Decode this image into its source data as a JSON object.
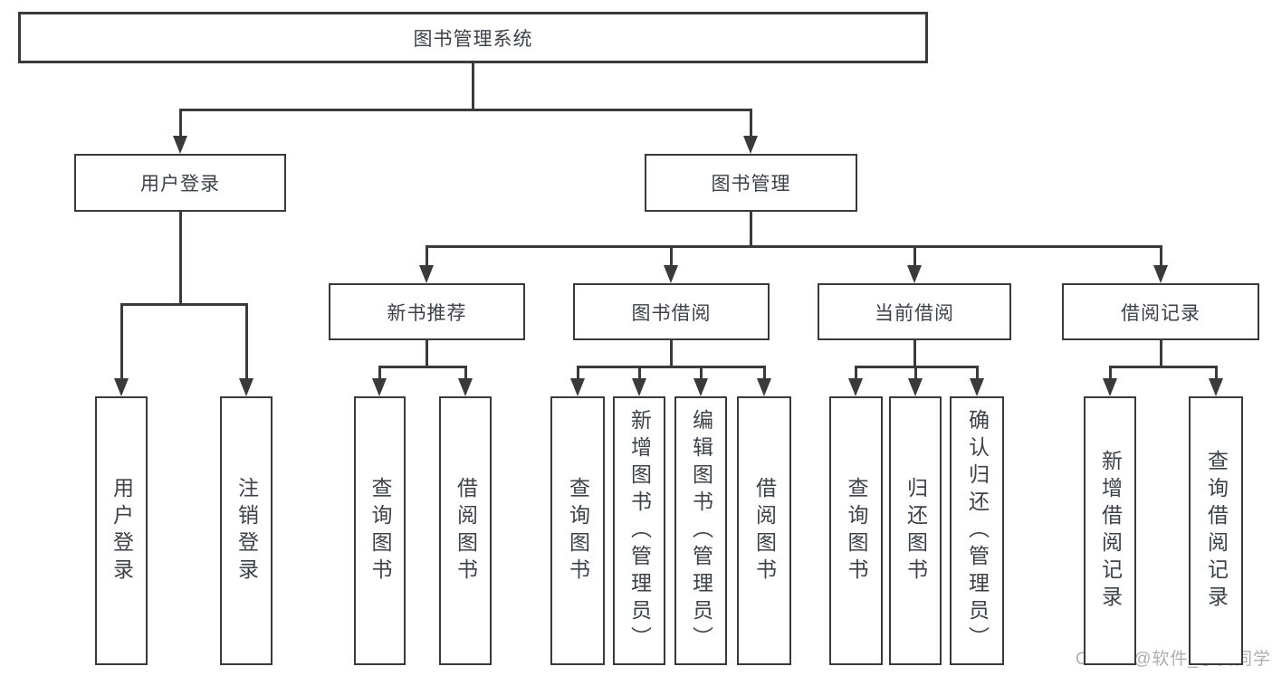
{
  "diagram_type": "hierarchy",
  "title": "图书管理系统",
  "watermark": "CSDN @软件_小贺同学",
  "colors": {
    "background": "#ffffff",
    "line": "#3a3a3a",
    "box_border": "#3a3a3a",
    "text": "#3d424a",
    "watermark_text": "#aeaeae"
  },
  "tree": {
    "label": "图书管理系统",
    "children": [
      {
        "label": "用户登录",
        "children": [
          {
            "label": "用户登录"
          },
          {
            "label": "注销登录"
          }
        ]
      },
      {
        "label": "图书管理",
        "children": [
          {
            "label": "新书推荐",
            "children": [
              {
                "label": "查询图书"
              },
              {
                "label": "借阅图书"
              }
            ]
          },
          {
            "label": "图书借阅",
            "children": [
              {
                "label": "查询图书"
              },
              {
                "label": "新增图书（管理员）"
              },
              {
                "label": "编辑图书（管理员）"
              },
              {
                "label": "借阅图书"
              }
            ]
          },
          {
            "label": "当前借阅",
            "children": [
              {
                "label": "查询图书"
              },
              {
                "label": "归还图书"
              },
              {
                "label": "确认归还（管理员）"
              }
            ]
          },
          {
            "label": "借阅记录",
            "children": [
              {
                "label": "新增借阅记录"
              },
              {
                "label": "查询借阅记录"
              }
            ]
          }
        ]
      }
    ]
  }
}
